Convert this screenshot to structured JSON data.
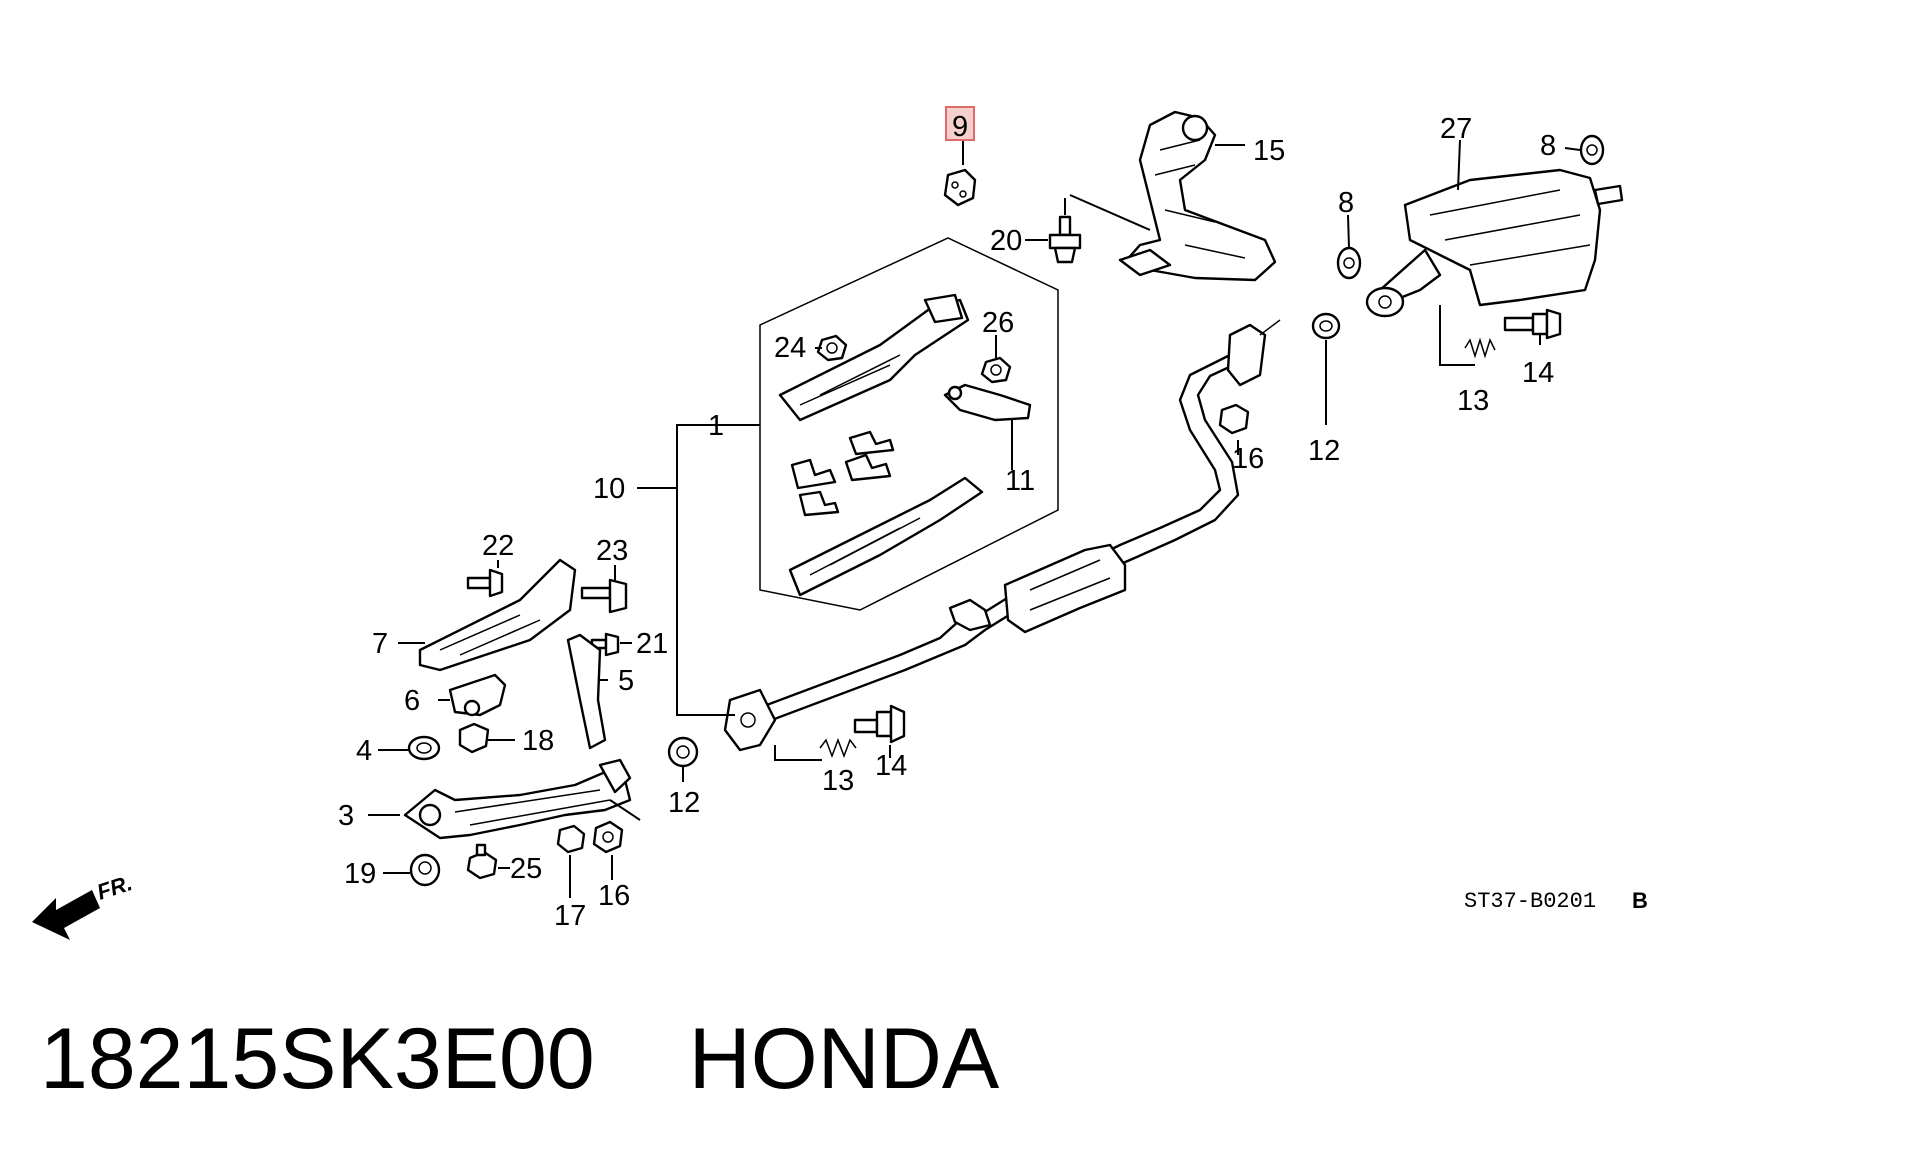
{
  "diagram": {
    "callouts": [
      {
        "id": "c9-highlight",
        "label": "9",
        "highlight": true
      },
      {
        "id": "c15",
        "label": "15"
      },
      {
        "id": "c27",
        "label": "27"
      },
      {
        "id": "c8-top",
        "label": "8"
      },
      {
        "id": "c8-mid",
        "label": "8"
      },
      {
        "id": "c20",
        "label": "20"
      },
      {
        "id": "c24",
        "label": "24"
      },
      {
        "id": "c26",
        "label": "26"
      },
      {
        "id": "c1",
        "label": "1"
      },
      {
        "id": "c10",
        "label": "10"
      },
      {
        "id": "c11",
        "label": "11"
      },
      {
        "id": "c16-mid",
        "label": "16"
      },
      {
        "id": "c12-right",
        "label": "12"
      },
      {
        "id": "c13-right",
        "label": "13"
      },
      {
        "id": "c14-right",
        "label": "14"
      },
      {
        "id": "c22",
        "label": "22"
      },
      {
        "id": "c23",
        "label": "23"
      },
      {
        "id": "c21",
        "label": "21"
      },
      {
        "id": "c7",
        "label": "7"
      },
      {
        "id": "c5",
        "label": "5"
      },
      {
        "id": "c6",
        "label": "6"
      },
      {
        "id": "c4",
        "label": "4"
      },
      {
        "id": "c18",
        "label": "18"
      },
      {
        "id": "c12-left",
        "label": "12"
      },
      {
        "id": "c13-left",
        "label": "13"
      },
      {
        "id": "c14-left",
        "label": "14"
      },
      {
        "id": "c3",
        "label": "3"
      },
      {
        "id": "c19",
        "label": "19"
      },
      {
        "id": "c25",
        "label": "25"
      },
      {
        "id": "c17",
        "label": "17"
      },
      {
        "id": "c16-bottom",
        "label": "16"
      }
    ],
    "diagram_code": "ST37-B0201",
    "diagram_code_suffix": "B",
    "direction_label": "FR.",
    "highlight_color": "#e06a6a"
  },
  "footer": {
    "part_number": "18215SK3E00",
    "brand": "HONDA"
  }
}
